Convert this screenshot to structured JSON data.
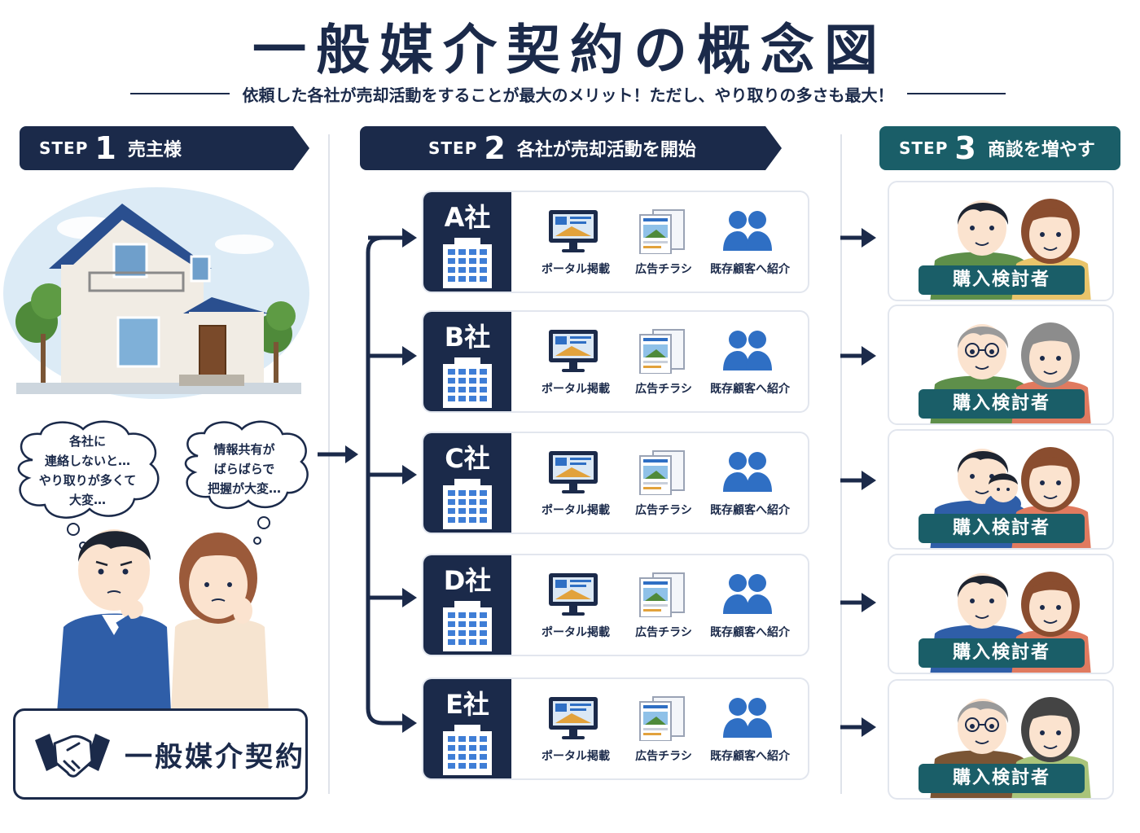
{
  "title": "一般媒介契約の概念図",
  "subtitle": "依頼した各社が売却活動をすることが最大のメリット！ただし、やり取りの多さも最大！",
  "steps": [
    {
      "word": "STEP",
      "num": "1",
      "label": "売主様"
    },
    {
      "word": "STEP",
      "num": "2",
      "label": "各社が売却活動を開始"
    },
    {
      "word": "STEP",
      "num": "3",
      "label": "商談を増やす"
    }
  ],
  "thoughts": [
    {
      "lines": [
        "各社に",
        "連絡しないと…",
        "やり取りが多くて",
        "大変…"
      ]
    },
    {
      "lines": [
        "情報共有が",
        "ばらばらで",
        "把握が大変…"
      ]
    }
  ],
  "contract_label": "一般媒介契約",
  "companies": [
    {
      "name": "A社"
    },
    {
      "name": "B社"
    },
    {
      "name": "C社"
    },
    {
      "name": "D社"
    },
    {
      "name": "E社"
    }
  ],
  "activities": [
    "ポータル掲載",
    "広告チラシ",
    "既存顧客へ紹介"
  ],
  "buyer_label": "購入検討者",
  "icons": {
    "house": "house-illustration",
    "building": "building-icon",
    "monitor": "monitor-icon",
    "flyer": "flyer-icon",
    "people": "people-icon",
    "handshake": "handshake-icon"
  },
  "colors": {
    "navy": "#1b2a4a",
    "teal": "#1a5e68",
    "blue": "#2f6fc4"
  }
}
